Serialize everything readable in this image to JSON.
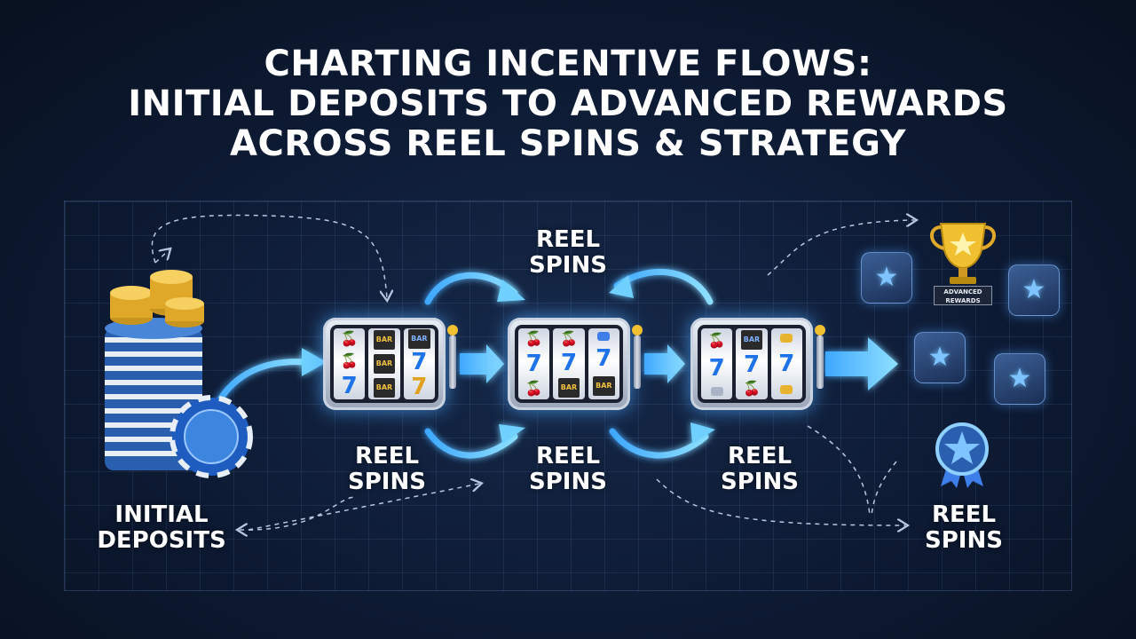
{
  "title": {
    "line1": "CHARTING INCENTIVE FLOWS:",
    "line2": "INITIAL DEPOSITS TO ADVANCED REWARDS",
    "line3": "ACROSS REEL SPINS & STRATEGY"
  },
  "labels": {
    "initial_deposits": {
      "line1": "INITIAL",
      "line2": "DEPOSITS"
    },
    "reel_spins_top": {
      "line1": "REEL",
      "line2": "SPINS"
    },
    "reel_spins_bottom_1": {
      "line1": "REEL",
      "line2": "SPINS"
    },
    "reel_spins_bottom_2": {
      "line1": "REEL",
      "line2": "SPINS"
    },
    "reel_spins_bottom_3": {
      "line1": "REEL",
      "line2": "SPINS"
    },
    "reel_spins_right": {
      "line1": "REEL",
      "line2": "SPINS"
    }
  },
  "trophy_label": {
    "line1": "ADVANCED",
    "line2": "REWARDS"
  },
  "slot_symbols": {
    "bar": "BAR",
    "seven": "7",
    "cherry": "🍒"
  },
  "icons": {
    "coins": "coin-stack-icon",
    "chip": "poker-chip-icon",
    "slot": "slot-machine-icon",
    "trophy": "trophy-icon",
    "badge": "star-badge-icon"
  },
  "colors": {
    "accent_blue": "#3fb8ff",
    "gold": "#f0c030",
    "background": "#0d1a33"
  }
}
